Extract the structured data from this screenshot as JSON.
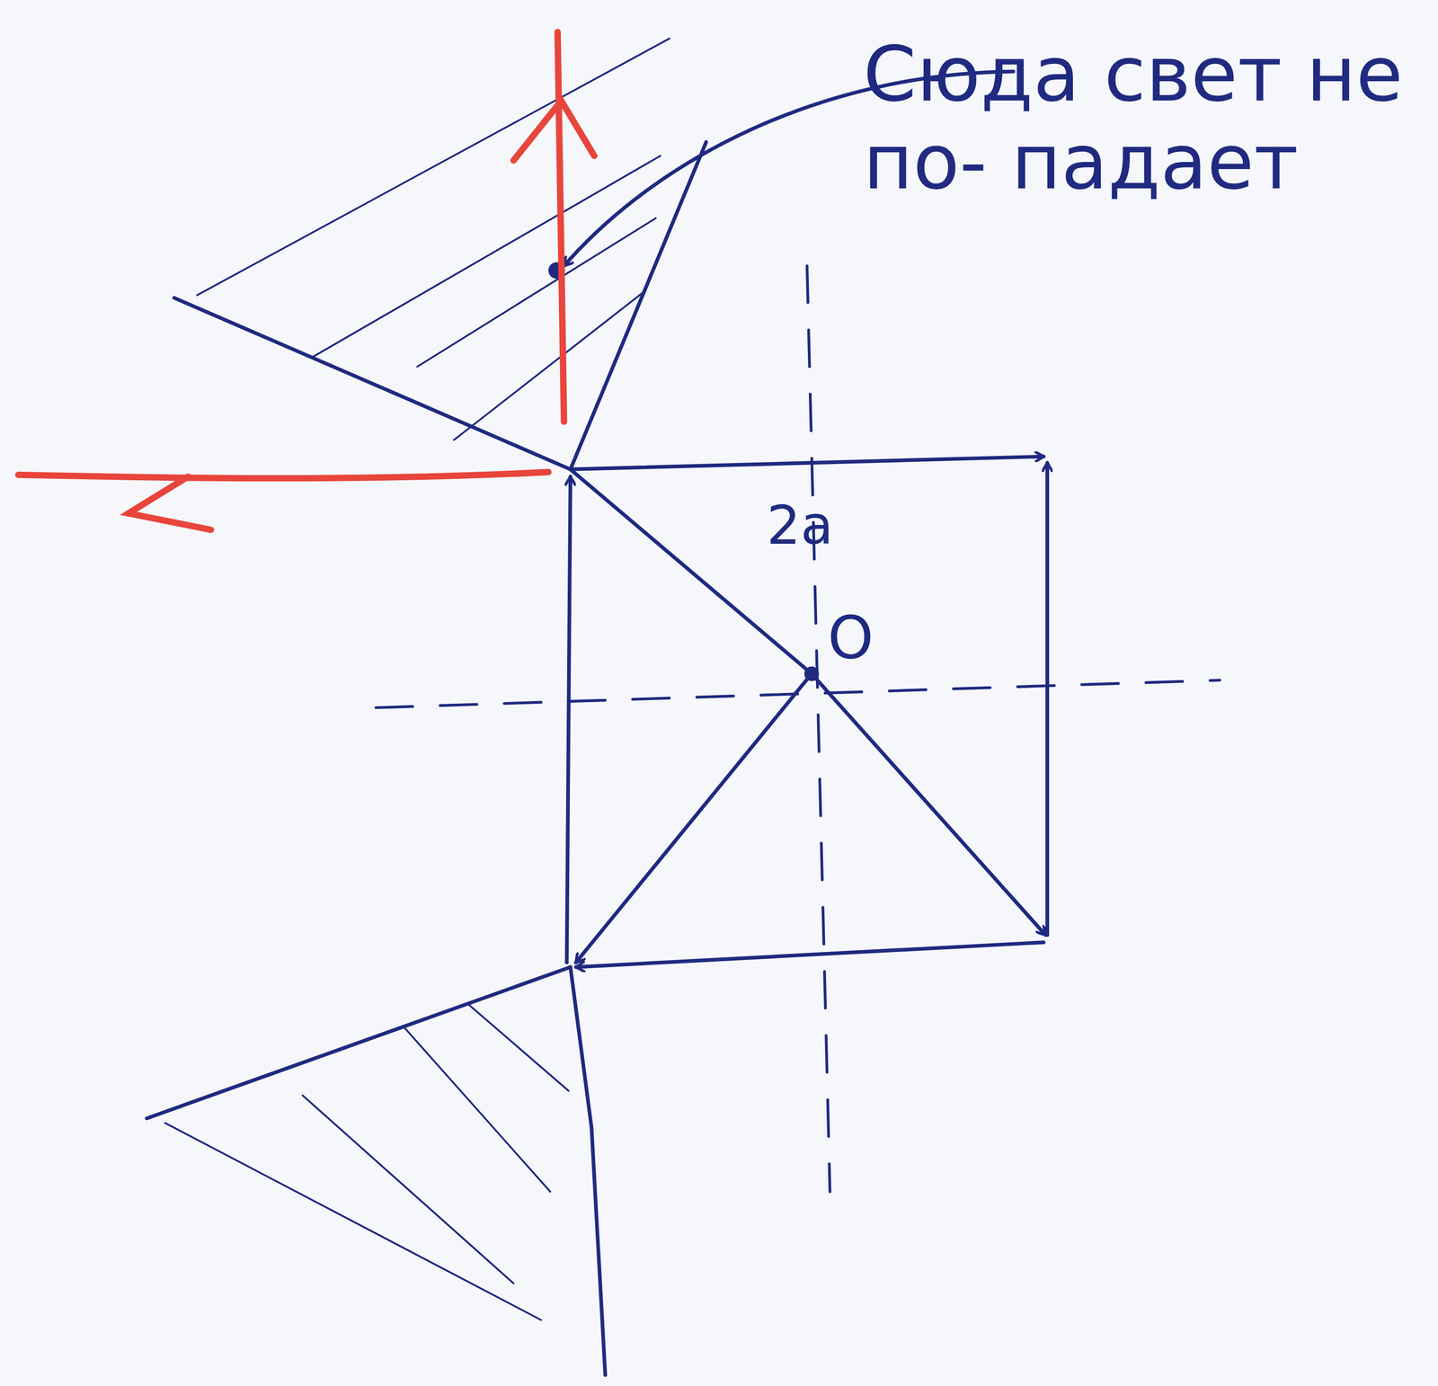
{
  "diagram": {
    "labels": [
      "Сюда свет не по- падает",
      "2a",
      "O"
    ]
  }
}
